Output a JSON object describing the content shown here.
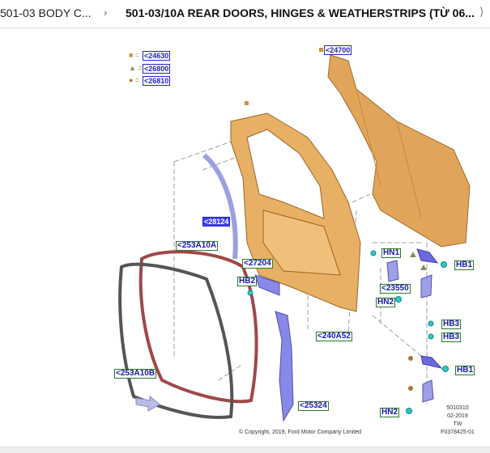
{
  "header": {
    "breadcrumb_parent": "501-03 BODY C...",
    "separator": "›",
    "title": "501-03/10A REAR DOORS, HINGES & WEATHERSTRIPS (TỪ 06..."
  },
  "legend": [
    {
      "symbol": "square",
      "color": "#c8904a",
      "ref": "<24630"
    },
    {
      "symbol": "triangle",
      "color": "#8a8a5a",
      "ref": "<26800"
    },
    {
      "symbol": "circle",
      "color": "#a07838",
      "ref": "<26810"
    }
  ],
  "callouts": {
    "c24700": "<24700",
    "c28124": "<28124",
    "c253A10A": "<253A10A",
    "c27204": "<27204",
    "HB2": "HB2",
    "c253A10B": "<253A10B",
    "c25324": "<25324",
    "c240A52": "<240A52",
    "HN1": "HN1",
    "c23550": "<23550",
    "HN2a": "HN2",
    "HB1a": "HB1",
    "HB3a": "HB3",
    "HB3b": "HB3",
    "HB1b": "HB1",
    "HN2b": "HN2"
  },
  "footer": {
    "code": "5010310",
    "date": "02-2019",
    "region": "TW",
    "figure": "F0378425-01",
    "copyright": "© Copyright, 2019, Ford Motor Company Limited"
  }
}
